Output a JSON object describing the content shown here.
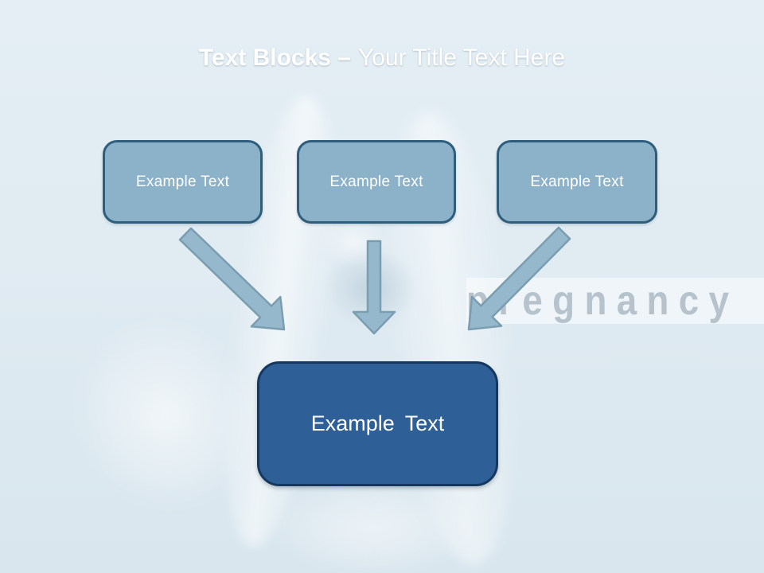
{
  "title": {
    "bold": "Text Blocks –",
    "regular": "Your Title Text Here"
  },
  "watermark_text": "pregnancy",
  "boxes": [
    {
      "label": "Example Text"
    },
    {
      "label": "Example Text"
    },
    {
      "label": "Example Text"
    }
  ],
  "result_box": {
    "label": "Example Text"
  },
  "colors": {
    "header_top": "#4c6f88",
    "header_bottom": "#69a1bd",
    "background": "#e2edf3",
    "title_color": "#ffffff",
    "box_fill": "#8bb2c9",
    "box_border": "#2f5e7c",
    "result_fill": "#2f5f97",
    "result_border": "#15395e",
    "arrow_fill": "#95b8cd",
    "arrow_stroke": "#7b9db0",
    "watermark_text_color": "#b7c3cc"
  }
}
